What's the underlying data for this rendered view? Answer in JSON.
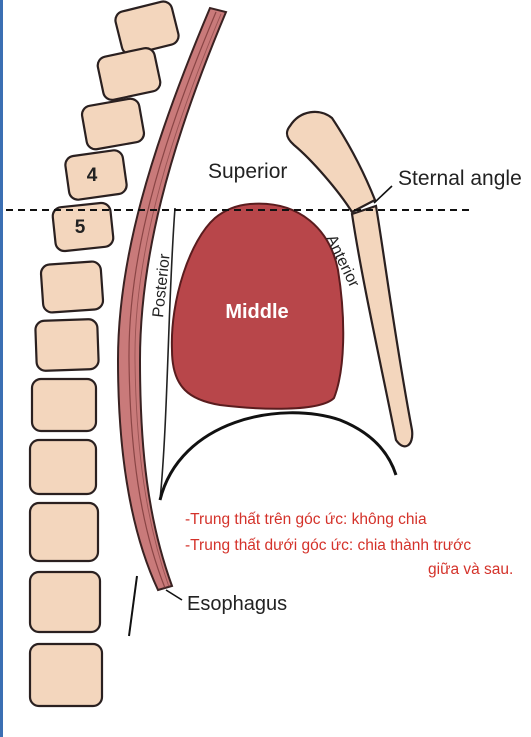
{
  "diagram": {
    "labels": {
      "superior": "Superior",
      "sternal_angle": "Sternal angle",
      "middle": "Middle",
      "anterior": "Anterior",
      "posterior": "Posterior",
      "esophagus": "Esophagus",
      "vertebra_4": "4",
      "vertebra_5": "5"
    },
    "notes": {
      "line1": "-Trung thất trên góc ức: không chia",
      "line2": "-Trung thất dưới góc ức: chia thành trước",
      "line3": "giữa và sau."
    },
    "colors": {
      "bone_fill": "#f3d6bd",
      "bone_stroke": "#2a2020",
      "middle_region": "#b8464a",
      "esophagus": "#c97a7a",
      "note_text": "#d4322a",
      "left_border": "#3b6fb3"
    }
  }
}
